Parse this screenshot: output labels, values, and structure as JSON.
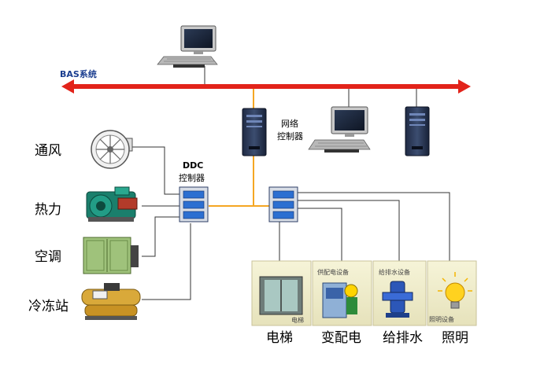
{
  "bus": {
    "label": "BAS系统"
  },
  "network_controller": {
    "line1": "网络",
    "line2": "控制器"
  },
  "ddc_controller": {
    "line1": "DDC",
    "line2": "控制器"
  },
  "left_equipment": [
    {
      "label": "通风"
    },
    {
      "label": "热力"
    },
    {
      "label": "空调"
    },
    {
      "label": "冷冻站"
    }
  ],
  "right_systems": [
    {
      "label": "电梯",
      "panel_caption": "电梯"
    },
    {
      "label": "变配电",
      "panel_caption": "供配电设备"
    },
    {
      "label": "给排水",
      "panel_caption": "给排水设备"
    },
    {
      "label": "照明",
      "panel_caption": "照明设备"
    }
  ],
  "colors": {
    "bus": "#e2231a",
    "orange_link": "#f5a623",
    "wire": "#333333",
    "controller_blue": "#2c6fd1"
  }
}
